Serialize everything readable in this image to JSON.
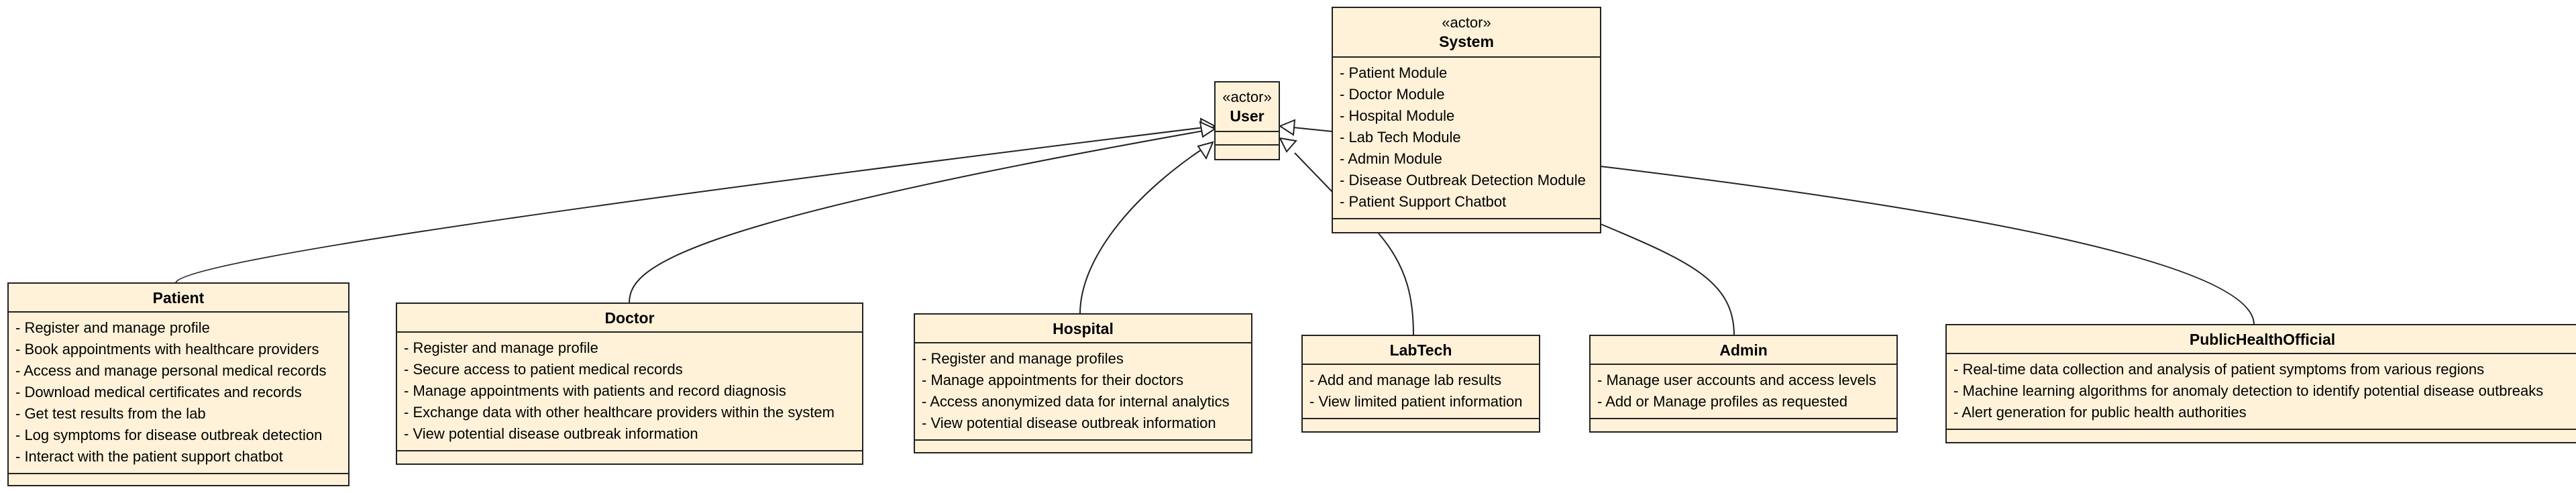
{
  "user": {
    "stereotype": "«actor»",
    "name": "User"
  },
  "system": {
    "stereotype": "«actor»",
    "name": "System",
    "attributes": [
      "- Patient Module",
      "- Doctor Module",
      "- Hospital Module",
      "- Lab Tech Module",
      "- Admin Module",
      "- Disease Outbreak Detection Module",
      "- Patient Support Chatbot"
    ]
  },
  "patient": {
    "name": "Patient",
    "attributes": [
      "- Register and manage profile",
      "- Book appointments with healthcare providers",
      "- Access and manage personal medical records",
      "- Download medical certificates and records",
      "- Get test results from the lab",
      "- Log symptoms for disease outbreak detection",
      "- Interact with the patient support chatbot"
    ]
  },
  "doctor": {
    "name": "Doctor",
    "attributes": [
      "- Register and manage profile",
      "- Secure access to patient medical records",
      "- Manage appointments with patients and record diagnosis",
      "- Exchange data with other healthcare providers within the system",
      "- View potential disease outbreak information"
    ]
  },
  "hospital": {
    "name": "Hospital",
    "attributes": [
      "- Register and manage profiles",
      "- Manage appointments for their doctors",
      "- Access anonymized data for internal analytics",
      "- View potential disease outbreak information"
    ]
  },
  "labtech": {
    "name": "LabTech",
    "attributes": [
      "- Add and manage lab results",
      "- View limited patient information"
    ]
  },
  "admin": {
    "name": "Admin",
    "attributes": [
      "- Manage user accounts and access levels",
      "- Add or Manage profiles as requested"
    ]
  },
  "public_health_official": {
    "name": "PublicHealthOfficial",
    "attributes": [
      "- Real-time data collection and analysis of patient symptoms from various regions",
      "- Machine learning algorithms for anomaly detection to identify potential disease outbreaks",
      "- Alert generation for public health authorities"
    ]
  }
}
